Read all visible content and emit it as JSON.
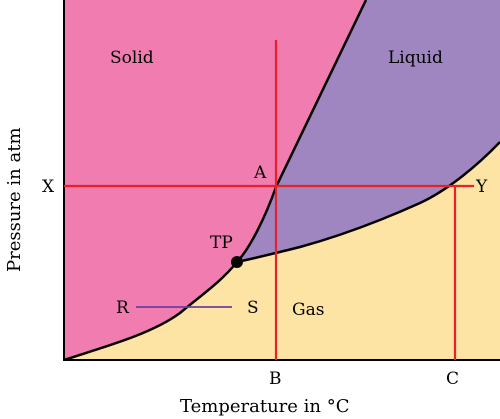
{
  "regions": {
    "solid": "Solid",
    "liquid": "Liquid",
    "gas": "Gas"
  },
  "points": {
    "a": "A",
    "b": "B",
    "c": "C",
    "x": "X",
    "y": "Y",
    "tp": "TP",
    "r": "R",
    "s": "S"
  },
  "axes": {
    "xlabel": "Temperature in °C",
    "ylabel": "Pressure in atm"
  },
  "colors": {
    "solid": "#f07cb0",
    "liquid": "#9f86c0",
    "gas": "#fde3a4",
    "guide_lines": "#e8202a",
    "rs_line": "#6b3fa0",
    "curves": "#000000"
  }
}
